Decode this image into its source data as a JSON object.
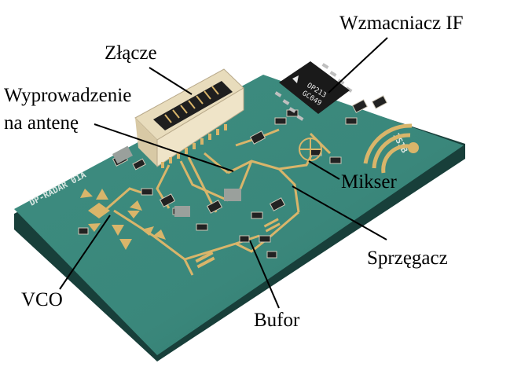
{
  "labels": {
    "amplifier": "Wzmacniacz IF",
    "connector": "Złącze",
    "antenna_line1": "Wyprowadzenie",
    "antenna_line2": "na antenę",
    "mixer": "Mikser",
    "coupler": "Sprzęgacz",
    "vco": "VCO",
    "buffer": "Bufor"
  },
  "board": {
    "silkscreen": "DP-RADAR 01A",
    "chip_lines": [
      "OP213",
      "GC049"
    ],
    "corner_mark": "ISIB"
  },
  "colors": {
    "pcb": "#3e8f82",
    "pcb_edge": "#1f4f48",
    "gold": "#d9b56a",
    "connector": "#efe2c2",
    "chip": "#1a1a1a"
  }
}
